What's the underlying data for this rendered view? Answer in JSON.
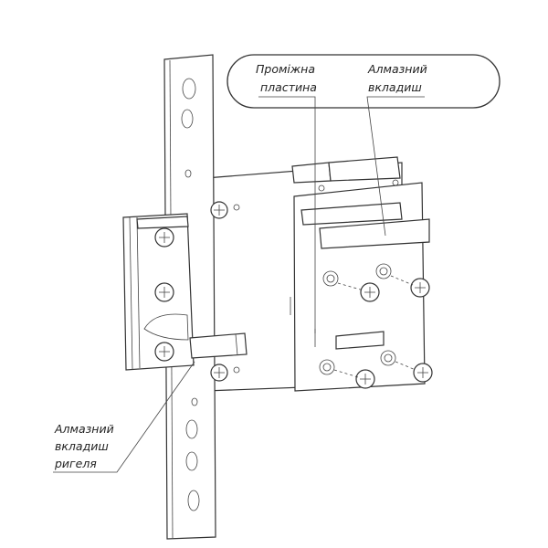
{
  "callouts": {
    "intermediate_plate": [
      "Проміжна",
      "пластина"
    ],
    "diamond_insert": [
      "Алмазний",
      "вкладиш"
    ],
    "bolt_diamond_insert": [
      "Алмазний",
      "вкладиш",
      "ригеля"
    ]
  },
  "colors": {
    "line": "#333333",
    "background": "#ffffff"
  }
}
